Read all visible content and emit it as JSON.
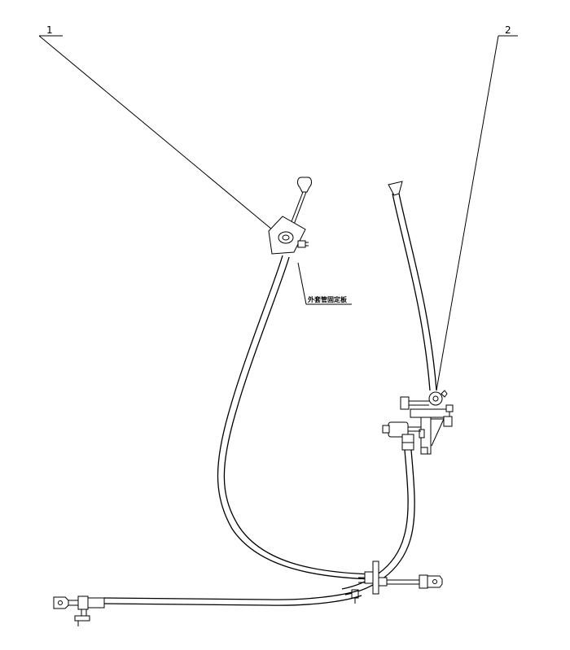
{
  "diagram": {
    "callouts": [
      {
        "id": "callout-1",
        "label": "1"
      },
      {
        "id": "callout-2",
        "label": "2"
      }
    ],
    "annotation": "外套管固定板"
  }
}
